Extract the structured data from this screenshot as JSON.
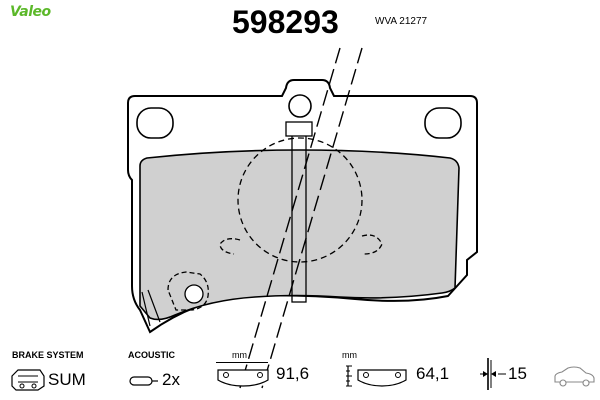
{
  "header": {
    "brand_logo": "Valeo",
    "brand_color": "#5bb829",
    "part_number": "598293",
    "wva_label": "WVA",
    "wva_number": "21277"
  },
  "drawing": {
    "pad_fill_color": "#d0d0d0"
  },
  "specs": {
    "brake_system": {
      "label": "BRAKE SYSTEM",
      "value": "SUM",
      "icon": "caliper-icon"
    },
    "acoustic": {
      "label": "ACOUSTIC",
      "value": "2x",
      "icon": "wear-sensor-icon"
    },
    "width": {
      "unit": "mm",
      "value": "91,6",
      "icon": "pad-width-icon"
    },
    "height": {
      "unit": "mm",
      "value": "64,1",
      "icon": "pad-height-icon"
    },
    "thickness": {
      "value": "15",
      "icon": "thickness-icon"
    },
    "vehicle": {
      "icon": "car-icon"
    }
  }
}
